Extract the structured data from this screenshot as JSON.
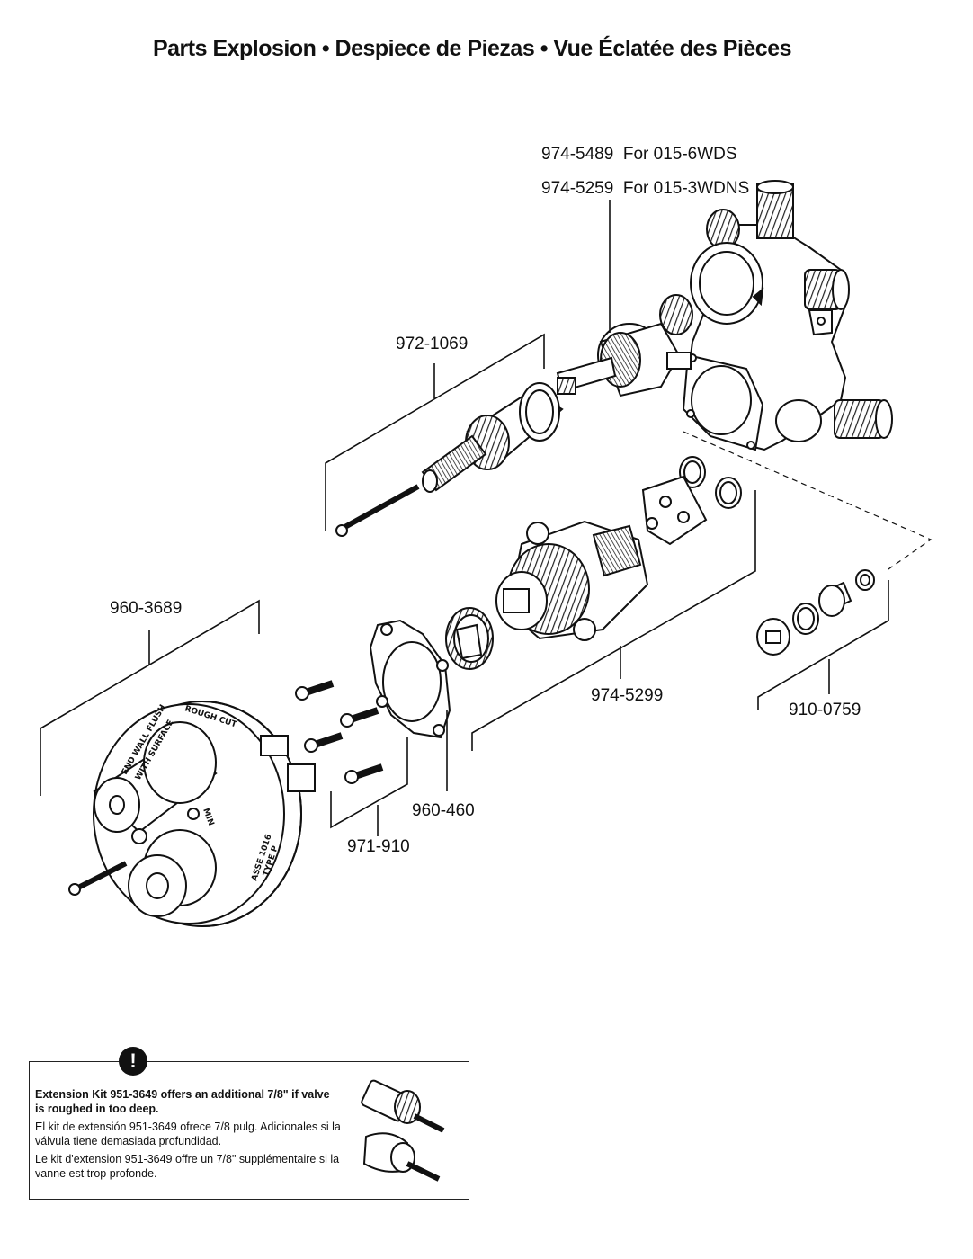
{
  "title": "Parts Explosion  •  Despiece de Piezas  •  Vue Éclatée des Pièces",
  "parts": {
    "valve_body_a": "974-5489  For 015-6WDS",
    "valve_body_b": "974-5259  For 015-3WDNS",
    "stem_extension": "972-1069",
    "trim_plate": "960-3689",
    "cartridge": "974-5299",
    "seat_kit": "910-0759",
    "gasket": "960-460",
    "screws": "971-910"
  },
  "stamps": {
    "flush": "END WALL FLUSH",
    "surface": "WITH SURFACE",
    "rough": "ROUGH CUT",
    "asse": "ASSE 1016",
    "type": "TYPE P",
    "min": "MIN"
  },
  "notice": {
    "icon": "!",
    "english": "Extension Kit 951-3649 offers an additional 7/8\" if valve is roughed in too deep.",
    "spanish": "El kit de extensión 951-3649 ofrece 7/8 pulg. Adicionales si la válvula tiene demasiada profundidad.",
    "french": "Le kit d'extension 951-3649 offre un 7/8\" supplémentaire si la vanne est trop profonde."
  }
}
